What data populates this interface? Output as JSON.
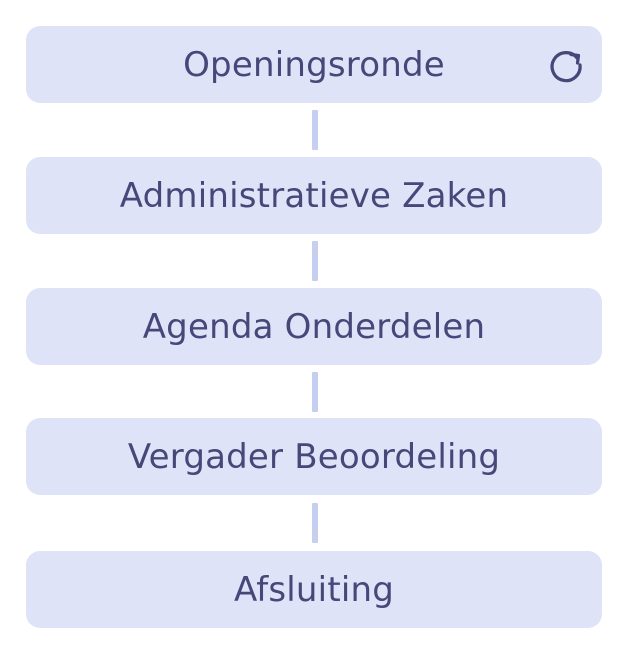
{
  "steps": [
    {
      "label": "Openingsronde"
    },
    {
      "label": "Administratieve Zaken"
    },
    {
      "label": "Agenda Onderdelen"
    },
    {
      "label": "Vergader Beoordeling"
    },
    {
      "label": "Afsluiting"
    }
  ],
  "icons": {
    "refresh": "refresh-icon"
  },
  "colors": {
    "step_fill": "#dfe3f8",
    "text": "#454878",
    "connector": "#c7cff0"
  }
}
